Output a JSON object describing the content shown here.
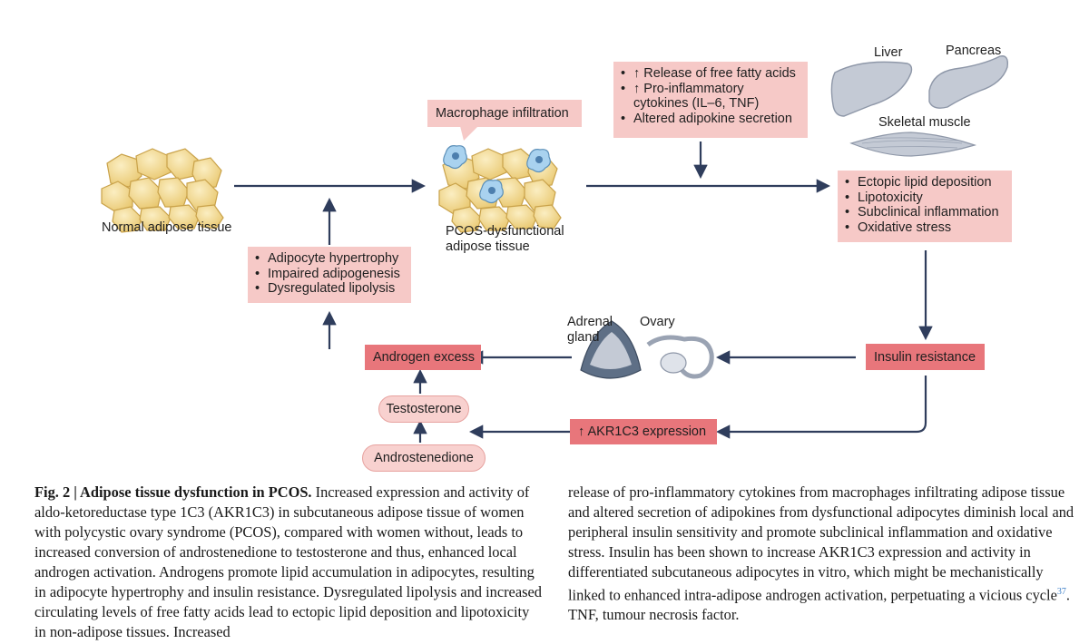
{
  "diagram": {
    "normal_tissue_label": "Normal adipose tissue",
    "pcos_tissue_label": "PCOS-dysfunctional\nadipose tissue",
    "macrophage_label": "Macrophage infiltration",
    "release_box": [
      "↑ Release of free fatty acids",
      "↑ Pro-inflammatory",
      "cytokines (IL–6, TNF)",
      "Altered adipokine secretion"
    ],
    "liver_label": "Liver",
    "pancreas_label": "Pancreas",
    "muscle_label": "Skeletal muscle",
    "ectopic_box": [
      "Ectopic lipid deposition",
      "Lipotoxicity",
      "Subclinical inflammation",
      "Oxidative stress"
    ],
    "adipocyte_box": [
      "Adipocyte hypertrophy",
      "Impaired adipogenesis",
      "Dysregulated lipolysis"
    ],
    "insulin_resistance": "Insulin resistance",
    "androgen_excess": "Androgen excess",
    "adrenal_label": "Adrenal\ngland",
    "ovary_label": "Ovary",
    "testosterone": "Testosterone",
    "androstenedione": "Androstenedione",
    "akr1c3": "↑ AKR1C3 expression"
  },
  "caption": {
    "fig_label": "Fig. 2 | Adipose tissue dysfunction in PCOS.",
    "left_text": " Increased expression and activity of aldo-ketoreductase type 1C3 (AKR1C3) in subcutaneous adipose tissue of women with polycystic ovary syndrome (PCOS), compared with women without, leads to increased conversion of androstenedione to testosterone and thus, enhanced local androgen activation. Androgens promote lipid accumulation in adipocytes, resulting in adipocyte hypertrophy and insulin resistance. Dysregulated lipolysis and increased circulating levels of free fatty acids lead to ectopic lipid deposition and lipotoxicity in non-adipose tissues. Increased",
    "right_text": "release of pro-inflammatory cytokines from macrophages infiltrating adipose tissue and altered secretion of adipokines from dysfunctional adipocytes diminish local and peripheral insulin sensitivity and promote subclinical inflammation and oxidative stress. Insulin has been shown to increase AKR1C3 expression and activity in differentiated subcutaneous adipocytes in vitro, which might be mechanistically linked to enhanced intra-adipose androgen activation, perpetuating a vicious cycle",
    "ref": "37",
    "right_tail": ". TNF, tumour necrosis factor."
  },
  "colors": {
    "box_fill": "#f6c9c7",
    "highlight_fill": "#e8767b",
    "arrow": "#2f3d5c",
    "fat_cell": "#f4dc9a"
  }
}
